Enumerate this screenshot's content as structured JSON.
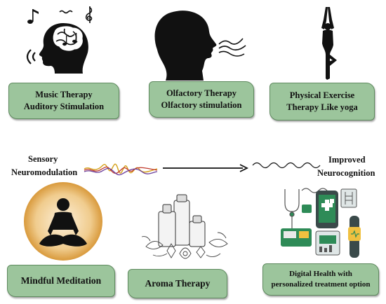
{
  "therapies": {
    "music": {
      "line1": "Music Therapy",
      "line2": "Auditory Stimulation"
    },
    "olfactory": {
      "line1": "Olfactory Therapy",
      "line2": "Olfactory stimulation"
    },
    "exercise": {
      "line1": "Physical Exercise",
      "line2": "Therapy Like yoga"
    },
    "meditation": {
      "label": "Mindful Meditation"
    },
    "aroma": {
      "label": "Aroma Therapy"
    },
    "digital": {
      "line1": "Digital Health with",
      "line2": "personalized treatment option"
    }
  },
  "flow": {
    "input_line1": "Sensory",
    "input_line2": "Neuromodulation",
    "output_line1": "Improved",
    "output_line2": "Neurocognition"
  },
  "colors": {
    "card": "#9cc59c",
    "card_border": "#5e8a5e",
    "wave_gold": "#d4a017",
    "wave_red": "#c0392b",
    "wave_purple": "#6a3d9a",
    "halo": "#e6b566",
    "device_green": "#2e8b57"
  },
  "icons": {
    "music": "head-with-brain-and-music-notes-icon",
    "olfactory": "head-profile-smelling-icon",
    "exercise": "yoga-tree-pose-icon",
    "meditation": "meditation-silhouette-icon",
    "aroma": "essential-oil-bottles-flowers-icon",
    "digital": "digital-health-devices-icon"
  }
}
